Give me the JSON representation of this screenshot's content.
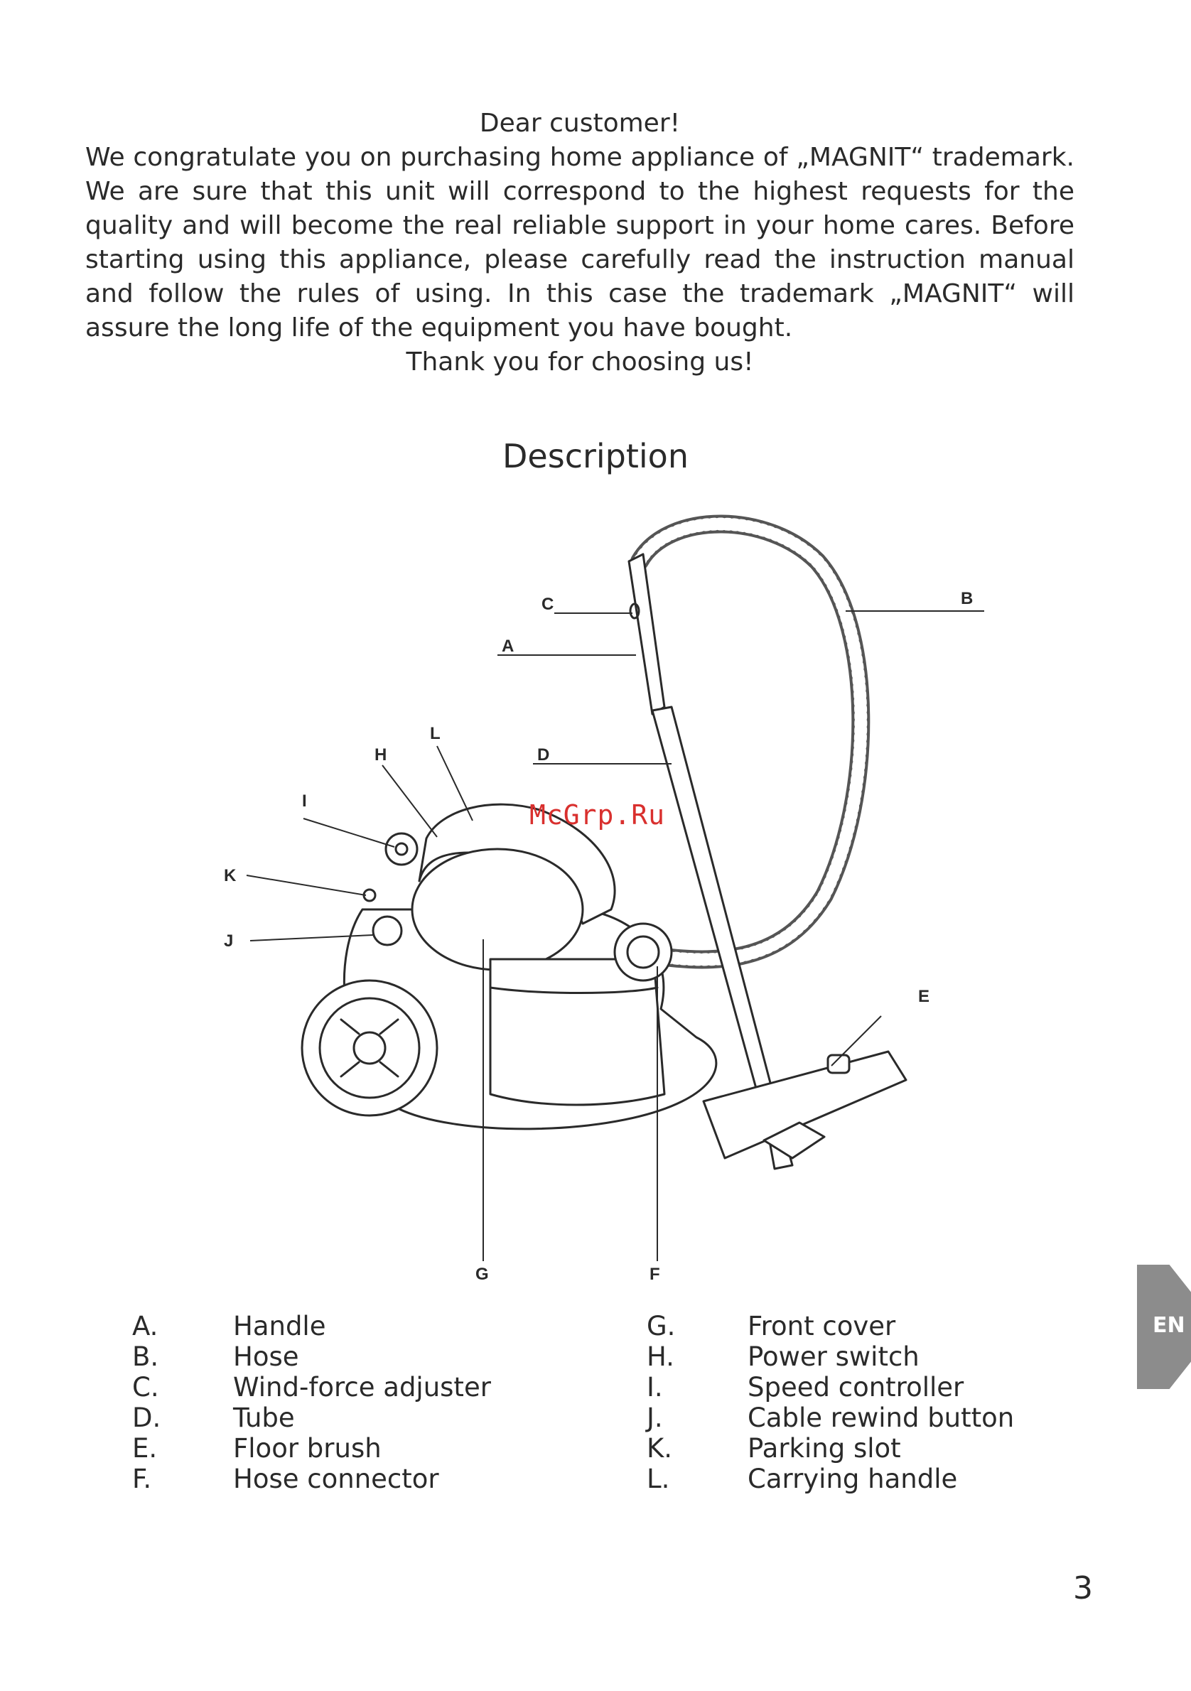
{
  "greeting": {
    "salutation": "Dear customer!",
    "body": "We congratulate you on purchasing home appliance of „MAGNIT“ trademark. We are sure that this unit will correspond to the highest requests for the quality and will become the real reliable support in your home cares. Before starting using this appliance, please carefully read the instruction manual and follow the rules of using. In this case the trademark „MAGNIT“ will assure the long life of the equipment you have bought.",
    "closing": "Thank you for choosing us!"
  },
  "section_title": "Description",
  "watermark": "McGrp.Ru",
  "diagram_labels": {
    "a": "A",
    "b": "B",
    "c": "C",
    "d": "D",
    "e": "E",
    "f": "F",
    "g": "G",
    "h": "H",
    "i": "I",
    "j": "J",
    "k": "K",
    "l": "L"
  },
  "legend": {
    "left": [
      {
        "letter": "A.",
        "name": "Handle"
      },
      {
        "letter": "B.",
        "name": "Hose"
      },
      {
        "letter": "C.",
        "name": "Wind-force adjuster"
      },
      {
        "letter": "D.",
        "name": "Tube"
      },
      {
        "letter": "E.",
        "name": "Floor brush"
      },
      {
        "letter": "F.",
        "name": "Hose connector"
      }
    ],
    "right": [
      {
        "letter": "G.",
        "name": "Front cover"
      },
      {
        "letter": "H.",
        "name": "Power switch"
      },
      {
        "letter": "I.",
        "name": "Speed controller"
      },
      {
        "letter": "J.",
        "name": "Cable rewind button"
      },
      {
        "letter": "K.",
        "name": "Parking slot"
      },
      {
        "letter": "L.",
        "name": "Carrying handle"
      }
    ]
  },
  "language_tab": "EN",
  "page_number": "3",
  "colors": {
    "watermark": "#d9302e",
    "tab": "#8c8c8c",
    "text": "#2a2a2a"
  }
}
